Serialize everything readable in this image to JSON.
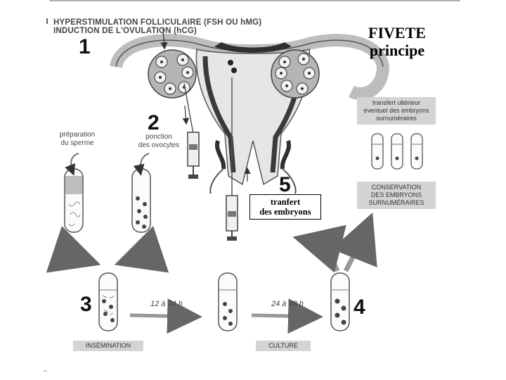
{
  "header": {
    "line1": "HYPERSTIMULATION FOLLICULAIRE (FSH OU hMG)",
    "line2": "INDUCTION DE L'OVULATION (hCG)"
  },
  "title": {
    "line1": "FIVETE",
    "line2": "principe"
  },
  "steps": {
    "s1": "1",
    "s2": "2",
    "s3": "3",
    "s4": "4",
    "s5": "5"
  },
  "labels": {
    "sperm_prep": [
      "préparation",
      "du sperme"
    ],
    "oocyte_puncture": [
      "ponction",
      "des ovocytes"
    ],
    "embryo_transfer": [
      "tranfert",
      "des embryons"
    ],
    "later_transfer": [
      "transfert ultérieur",
      "éventuel des embryons",
      "surnuméraires"
    ],
    "conservation": [
      "CONSERVATION",
      "DES EMBRYONS",
      "SURNUMÉRAIRES"
    ],
    "insemination": "INSÉMINATION",
    "culture": "CULTURE",
    "time1": "12 à 24 h",
    "time2": "24 à 48 h"
  }
}
